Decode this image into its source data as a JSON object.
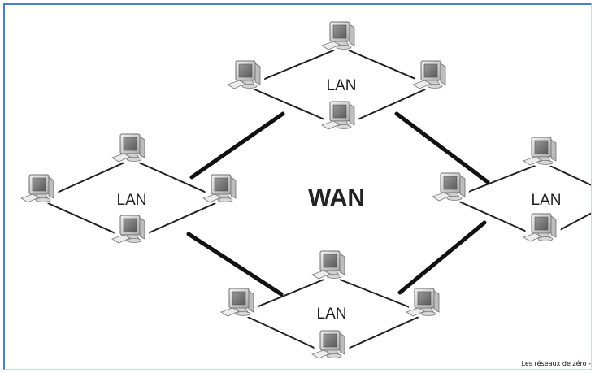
{
  "diagram": {
    "center_label": "WAN",
    "networks": [
      {
        "id": "top",
        "label": "LAN",
        "computers": 4
      },
      {
        "id": "left",
        "label": "LAN",
        "computers": 4
      },
      {
        "id": "right",
        "label": "LAN",
        "computers": 4
      },
      {
        "id": "bottom",
        "label": "LAN",
        "computers": 4
      }
    ],
    "wan_links": [
      [
        "top",
        "left"
      ],
      [
        "top",
        "right"
      ],
      [
        "left",
        "bottom"
      ],
      [
        "right",
        "bottom"
      ]
    ],
    "icon": "desktop-computer-icon"
  },
  "credit": "Les réseaux de zéro -"
}
